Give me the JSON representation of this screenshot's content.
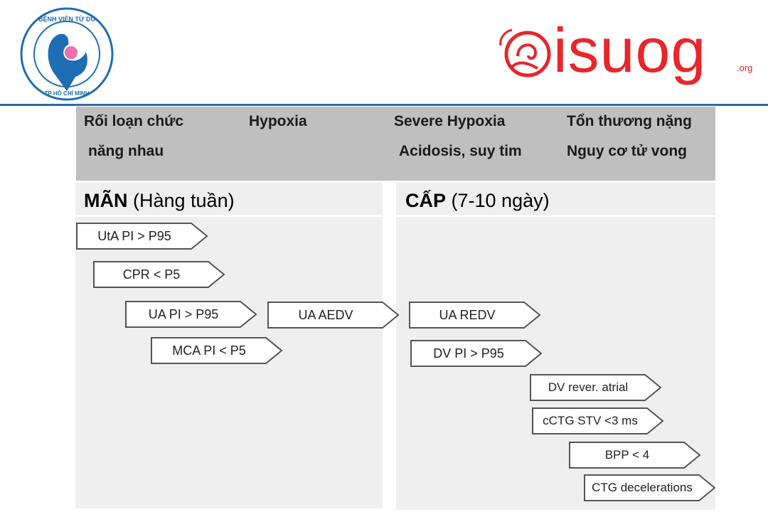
{
  "logos": {
    "left_text": "BỆNH VIỆN TỪ DŨ THÀNH PHỐ HỒ CHÍ MINH",
    "right_text": "isuog",
    "right_suffix": ".org"
  },
  "header": {
    "columns": [
      {
        "line1": "Rối loạn chức",
        "line2": "năng nhau"
      },
      {
        "line1": "Hypoxia",
        "line2": ""
      },
      {
        "line1": "Severe  Hypoxia",
        "line2": "Acidosis, suy tim"
      },
      {
        "line1": "Tổn thương nặng",
        "line2": "Nguy cơ tử vong"
      }
    ]
  },
  "panels": {
    "chronic": {
      "bold": "MÃN",
      "rest": " (Hàng tuần)"
    },
    "acute": {
      "bold": "CẤP",
      "rest": " (7-10 ngày)"
    }
  },
  "arrows": [
    "UtA PI > P95",
    "CPR < P5",
    "UA PI > P95",
    "UA AEDV",
    "MCA PI < P5",
    "UA REDV",
    "DV PI > P95",
    "DV rever. atrial",
    "cCTG STV <3 ms",
    "BPP < 4",
    "CTG decelerations"
  ]
}
